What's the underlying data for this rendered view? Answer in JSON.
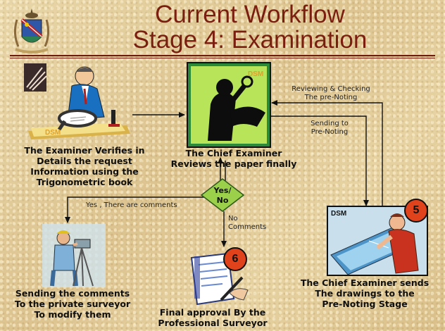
{
  "title": {
    "line1": "Current Workflow",
    "line2": "Stage 4: Examination"
  },
  "nodes": {
    "examiner_verifies": [
      "The Examiner Verifies in",
      "Details the request",
      "Information using the",
      "Trigonometric book"
    ],
    "chief_reviews": [
      "The Chief Examiner",
      "Reviews the paper finally"
    ],
    "chief_sends": [
      "The Chief Examiner sends",
      "The drawings to the",
      "Pre-Noting Stage"
    ],
    "sending_comments": [
      "Sending the comments",
      "To the private surveyor",
      "To modify them"
    ],
    "final_approval": [
      "Final approval By the",
      "Professional Surveyor"
    ]
  },
  "decision": {
    "yes": "Yes/",
    "no": "No"
  },
  "edge_labels": {
    "reviewing": [
      "Reviewing & Checking",
      "The pre-Noting"
    ],
    "sending": [
      "Sending to",
      "Pre-Noting"
    ],
    "yes_comments": "Yes , There are comments",
    "no_comments": [
      "No",
      "Comments"
    ]
  },
  "badges": {
    "stage5": "5",
    "stage6": "6"
  },
  "watermark": "DSM",
  "colors": {
    "title": "#7a1f10",
    "rule": "#6e1b0e",
    "decision_fill": "#9ad04a",
    "badge": "#e0421b",
    "background": "#e3cf9f"
  },
  "icons": [
    "coat-of-arms-icon",
    "examiner-magnifier-clipart",
    "chief-examiner-clipart",
    "drafter-clipart",
    "surveyor-clipart",
    "approval-document-clipart"
  ]
}
